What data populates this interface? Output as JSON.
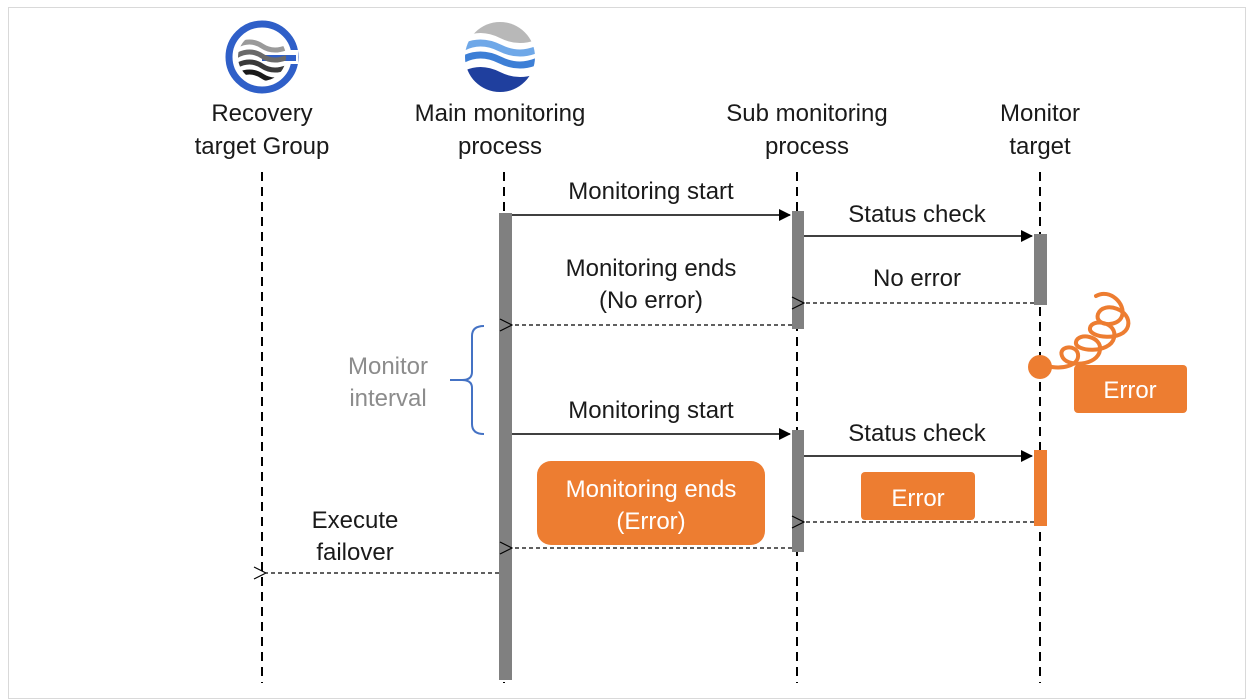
{
  "participants": [
    {
      "id": "group",
      "name_line1": "Recovery",
      "name_line2": "target Group",
      "icon": "cluster-logo-icon"
    },
    {
      "id": "main",
      "name_line1": "Main monitoring",
      "name_line2": "process",
      "icon": "waves-logo-icon"
    },
    {
      "id": "sub",
      "name_line1": "Sub monitoring",
      "name_line2": "process"
    },
    {
      "id": "target",
      "name_line1": "Monitor",
      "name_line2": "target"
    }
  ],
  "messages": {
    "monitoring_start_1": "Monitoring start",
    "status_check_1": "Status check",
    "no_error": "No error",
    "monitoring_ends_ok_line1": "Monitoring ends",
    "monitoring_ends_ok_line2": "(No error)",
    "monitoring_start_2": "Monitoring start",
    "status_check_2": "Status check",
    "error_reply": "Error",
    "monitoring_ends_err_line1": "Monitoring ends",
    "monitoring_ends_err_line2": "(Error)",
    "execute_failover_line1": "Execute",
    "execute_failover_line2": "failover"
  },
  "annotations": {
    "monitor_interval_line1": "Monitor",
    "monitor_interval_line2": "interval",
    "error_callout": "Error",
    "error_spring_icon": "error-spring-icon"
  },
  "colors": {
    "accent_orange": "#ed7d31",
    "activation_gray": "#808080",
    "brace_blue": "#4472c4",
    "lifeline": "#000000",
    "logo_blue": "#2f5fc8"
  }
}
